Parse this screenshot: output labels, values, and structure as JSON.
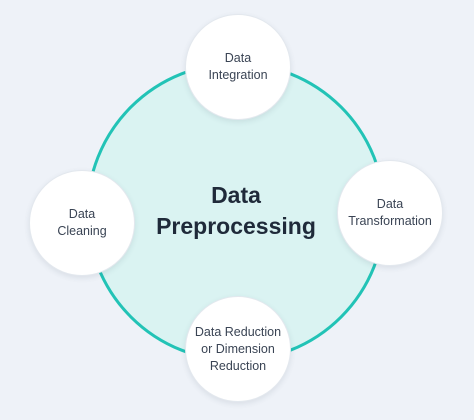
{
  "center": {
    "line1": "Data",
    "line2": "Preprocessing"
  },
  "nodes": {
    "integration": {
      "lines": [
        "Data",
        "Integration"
      ]
    },
    "transformation": {
      "lines": [
        "Data",
        "Transformation"
      ]
    },
    "reduction": {
      "lines": [
        "Data Reduction",
        "or Dimension",
        "Reduction"
      ]
    },
    "cleaning": {
      "lines": [
        "Data",
        "Cleaning"
      ]
    }
  },
  "colors": {
    "ring": "#22c3b6",
    "fill": "#daf3f2",
    "background": "#eef2f8",
    "title": "#1f2a3a"
  }
}
